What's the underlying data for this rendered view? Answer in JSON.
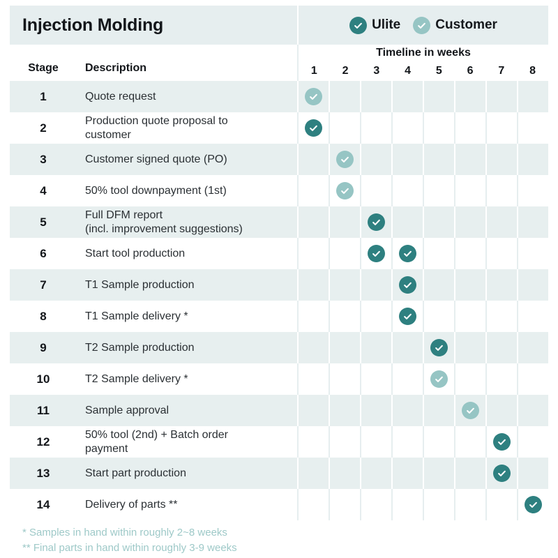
{
  "header": {
    "title": "Injection Molding",
    "legend": [
      {
        "label": "Ulite",
        "tone": "dark",
        "color": "#2e8080",
        "icon": "check-circle-icon"
      },
      {
        "label": "Customer",
        "tone": "light",
        "color": "#96c5c4",
        "icon": "check-circle-icon"
      }
    ]
  },
  "columns": {
    "stage": "Stage",
    "description": "Description",
    "timeline": "Timeline in weeks",
    "weeks": [
      "1",
      "2",
      "3",
      "4",
      "5",
      "6",
      "7",
      "8"
    ]
  },
  "rows": [
    {
      "stage": "1",
      "description": [
        "Quote request"
      ],
      "marks": [
        {
          "week": 1,
          "tone": "light"
        }
      ]
    },
    {
      "stage": "2",
      "description": [
        "Production quote proposal to",
        "customer"
      ],
      "marks": [
        {
          "week": 1,
          "tone": "dark"
        }
      ]
    },
    {
      "stage": "3",
      "description": [
        "Customer signed quote  (PO)"
      ],
      "marks": [
        {
          "week": 2,
          "tone": "light"
        }
      ]
    },
    {
      "stage": "4",
      "description": [
        "50% tool downpayment  (1st)"
      ],
      "marks": [
        {
          "week": 2,
          "tone": "light"
        }
      ]
    },
    {
      "stage": "5",
      "description": [
        "Full DFM report",
        "(incl. improvement suggestions)"
      ],
      "marks": [
        {
          "week": 3,
          "tone": "dark"
        }
      ]
    },
    {
      "stage": "6",
      "description": [
        "Start tool production"
      ],
      "marks": [
        {
          "week": 3,
          "tone": "dark"
        },
        {
          "week": 4,
          "tone": "dark"
        }
      ]
    },
    {
      "stage": "7",
      "description": [
        "T1 Sample production"
      ],
      "marks": [
        {
          "week": 4,
          "tone": "dark"
        }
      ]
    },
    {
      "stage": "8",
      "description": [
        "T1 Sample delivery *"
      ],
      "marks": [
        {
          "week": 4,
          "tone": "dark"
        }
      ]
    },
    {
      "stage": "9",
      "description": [
        "T2 Sample production"
      ],
      "marks": [
        {
          "week": 5,
          "tone": "dark"
        }
      ]
    },
    {
      "stage": "10",
      "description": [
        "T2 Sample delivery *"
      ],
      "marks": [
        {
          "week": 5,
          "tone": "light"
        }
      ]
    },
    {
      "stage": "11",
      "description": [
        "Sample approval"
      ],
      "marks": [
        {
          "week": 6,
          "tone": "light"
        }
      ]
    },
    {
      "stage": "12",
      "description": [
        "50% tool (2nd) + Batch order",
        "payment"
      ],
      "marks": [
        {
          "week": 7,
          "tone": "dark"
        }
      ]
    },
    {
      "stage": "13",
      "description": [
        "Start part production"
      ],
      "marks": [
        {
          "week": 7,
          "tone": "dark"
        }
      ]
    },
    {
      "stage": "14",
      "description": [
        "Delivery of parts **"
      ],
      "marks": [
        {
          "week": 8,
          "tone": "dark"
        }
      ]
    }
  ],
  "footnotes": [
    "* Samples in hand within roughly 2~8 weeks",
    "** Final parts in hand within roughly 3-9 weeks"
  ],
  "colors": {
    "dark_teal": "#2e8080",
    "light_teal": "#96c5c4",
    "band": "#e6eeef",
    "row_alt": "#e7efef",
    "footnote": "#9ec9c8"
  }
}
